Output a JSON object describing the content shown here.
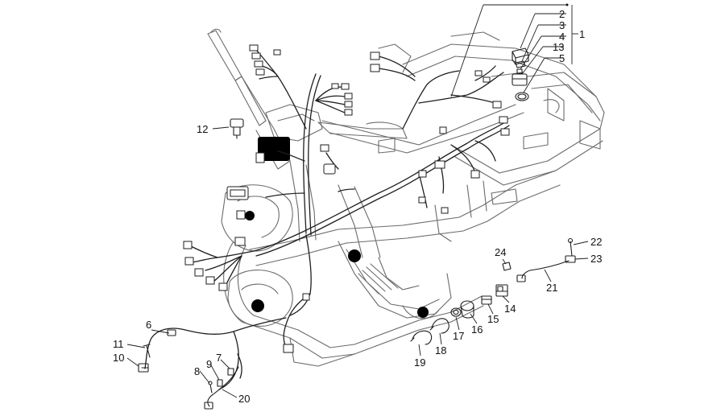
{
  "diagram": {
    "callouts": [
      {
        "id": "c1",
        "label": "1"
      },
      {
        "id": "c2",
        "label": "2"
      },
      {
        "id": "c3",
        "label": "3"
      },
      {
        "id": "c4",
        "label": "4"
      },
      {
        "id": "c13",
        "label": "13"
      },
      {
        "id": "c5",
        "label": "5"
      },
      {
        "id": "c12",
        "label": "12"
      },
      {
        "id": "c6",
        "label": "6"
      },
      {
        "id": "c11",
        "label": "11"
      },
      {
        "id": "c10",
        "label": "10"
      },
      {
        "id": "c8",
        "label": "8"
      },
      {
        "id": "c9",
        "label": "9"
      },
      {
        "id": "c7",
        "label": "7"
      },
      {
        "id": "c20",
        "label": "20"
      },
      {
        "id": "c19",
        "label": "19"
      },
      {
        "id": "c18",
        "label": "18"
      },
      {
        "id": "c17",
        "label": "17"
      },
      {
        "id": "c16",
        "label": "16"
      },
      {
        "id": "c15",
        "label": "15"
      },
      {
        "id": "c14",
        "label": "14"
      },
      {
        "id": "c24",
        "label": "24"
      },
      {
        "id": "c22",
        "label": "22"
      },
      {
        "id": "c23",
        "label": "23"
      },
      {
        "id": "c21",
        "label": "21"
      }
    ]
  }
}
